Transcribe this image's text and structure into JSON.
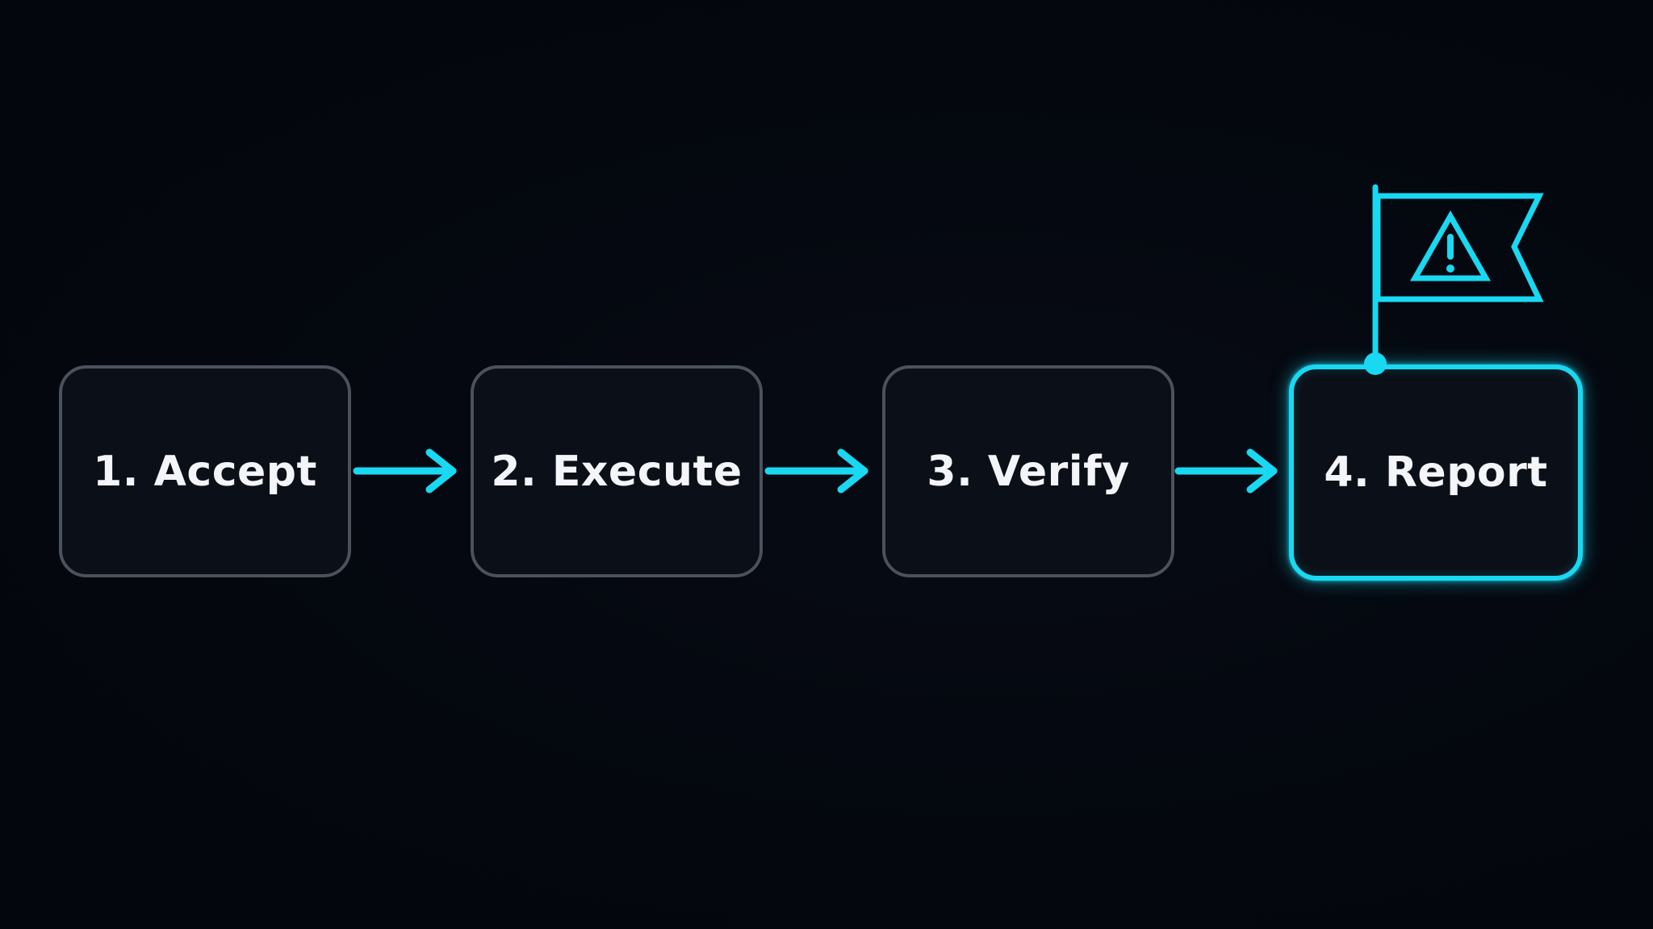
{
  "steps": [
    {
      "label": "1. Accept"
    },
    {
      "label": "2. Execute"
    },
    {
      "label": "3. Verify"
    },
    {
      "label": "4. Report",
      "highlighted": true
    }
  ],
  "colors": {
    "background": "#04070e",
    "box_fill": "#0b0f17",
    "box_border": "#4b525d",
    "accent": "#19d8f2",
    "text": "#f3f5f8"
  },
  "icons": {
    "flag": "flag-icon",
    "warning": "warning-triangle-icon",
    "arrow": "arrow-right-icon"
  }
}
